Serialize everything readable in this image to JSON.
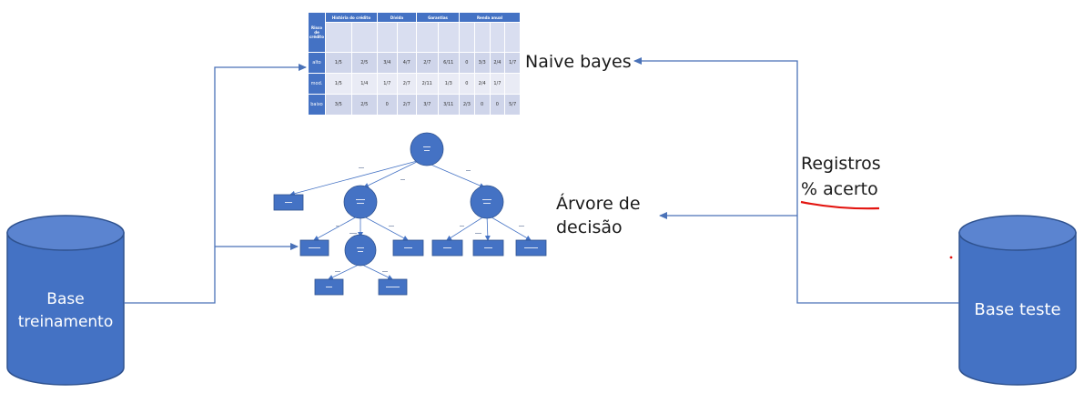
{
  "labels": {
    "naive_bayes": "Naive bayes",
    "arvore_line1": "Árvore de",
    "arvore_line2": "decisão",
    "registros": "Registros",
    "acerto": "% acerto"
  },
  "cylinders": {
    "treino_line1": "Base",
    "treino_line2": "treinamento",
    "teste": "Base teste"
  },
  "table": {
    "corner": "Risco de crédito",
    "groups": [
      "História do crédito",
      "Dívida",
      "Garantias",
      "Renda anual"
    ],
    "rows": [
      {
        "label": "alto",
        "values": [
          "1/5",
          "2/5",
          "3/4",
          "4/7",
          "2/7",
          "6/11",
          "0",
          "3/3",
          "2/4",
          "1/7"
        ]
      },
      {
        "label": "mod.",
        "values": [
          "1/5",
          "1/4",
          "1/7",
          "2/7",
          "2/11",
          "1/3",
          "0",
          "2/4",
          "1/7",
          ""
        ]
      },
      {
        "label": "baixo",
        "values": [
          "3/5",
          "2/5",
          "0",
          "2/7",
          "3/7",
          "3/11",
          "2/3",
          "0",
          "0",
          "5/7"
        ]
      }
    ]
  },
  "colors": {
    "node_fill": "#4472c4",
    "node_stroke": "#2f528f",
    "arrow": "#4a72b8",
    "underline": "#e3140f"
  }
}
